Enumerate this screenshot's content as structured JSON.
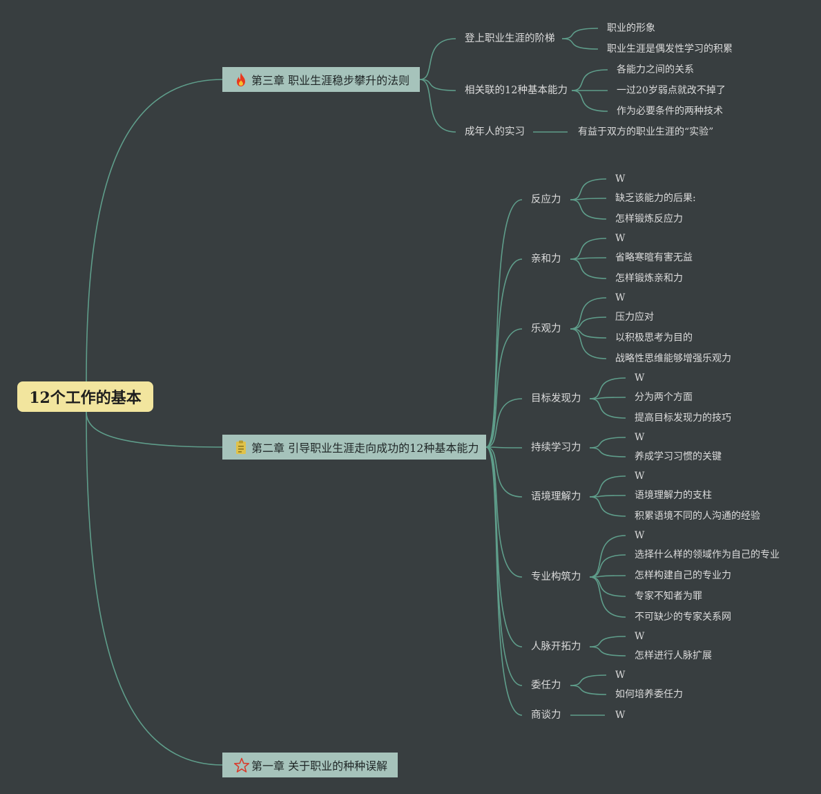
{
  "root": {
    "title": "12个工作的基本"
  },
  "colors": {
    "background": "#383e40",
    "branch": "#5f9e8b",
    "root_fill": "#f2e59e",
    "chapter_fill": "#a6c3bb",
    "text": "#dcdcdc"
  },
  "chapters": [
    {
      "id": "ch3",
      "title": "第三章 职业生涯稳步攀升的法则",
      "icon": "fire-icon",
      "children": [
        {
          "title": "登上职业生涯的阶梯",
          "children": [
            "职业的形象",
            "职业生涯是偶发性学习的积累"
          ]
        },
        {
          "title": "相关联的12种基本能力",
          "children": [
            "各能力之间的关系",
            "一过20岁弱点就改不掉了",
            "作为必要条件的两种技术"
          ]
        },
        {
          "title": "成年人的实习",
          "children": [
            "有益于双方的职业生涯的“实验”"
          ]
        }
      ]
    },
    {
      "id": "ch2",
      "title": "第二章 引导职业生涯走向成功的12种基本能力",
      "icon": "clipboard-icon",
      "children": [
        {
          "title": "反应力",
          "children": [
            "W",
            "缺乏该能力的后果:",
            "怎样锻炼反应力"
          ]
        },
        {
          "title": "亲和力",
          "children": [
            "W",
            "省略寒暄有害无益",
            "怎样锻炼亲和力"
          ]
        },
        {
          "title": "乐观力",
          "children": [
            "W",
            "压力应对",
            "以积极思考为目的",
            "战略性思维能够增强乐观力"
          ]
        },
        {
          "title": "目标发现力",
          "children": [
            "W",
            "分为两个方面",
            "提高目标发现力的技巧"
          ]
        },
        {
          "title": "持续学习力",
          "children": [
            "W",
            "养成学习习惯的关键"
          ]
        },
        {
          "title": "语境理解力",
          "children": [
            "W",
            "语境理解力的支柱",
            "积累语境不同的人沟通的经验"
          ]
        },
        {
          "title": "专业构筑力",
          "children": [
            "W",
            "选择什么样的领域作为自己的专业",
            "怎样构建自己的专业力",
            "专家不知者为罪",
            "不可缺少的专家关系网"
          ]
        },
        {
          "title": "人脉开拓力",
          "children": [
            "W",
            "怎样进行人脉扩展"
          ]
        },
        {
          "title": "委任力",
          "children": [
            "W",
            "如何培养委任力"
          ]
        },
        {
          "title": "商谈力",
          "children": [
            "W"
          ]
        }
      ]
    },
    {
      "id": "ch1",
      "title": "第一章 关于职业的种种误解",
      "icon": "star-icon",
      "children": []
    }
  ]
}
